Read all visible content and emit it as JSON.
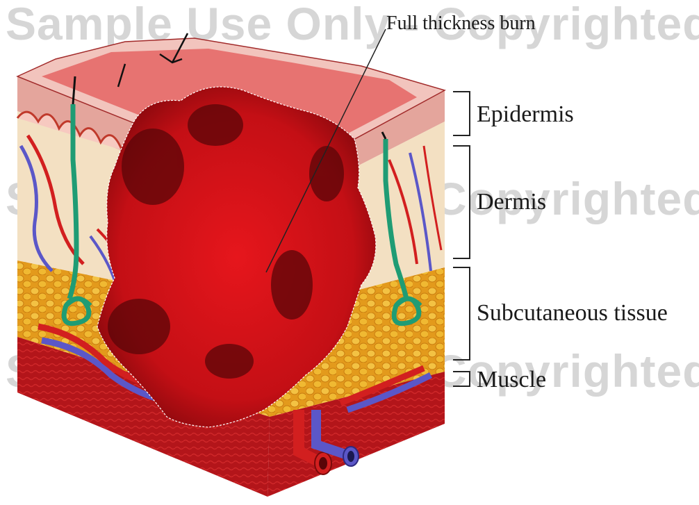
{
  "watermark": "Sample Use Only - Copyrighted",
  "labels": {
    "burn": "Full thickness burn",
    "epidermis": "Epidermis",
    "dermis": "Dermis",
    "subcutaneous": "Subcutaneous tissue",
    "muscle": "Muscle"
  },
  "colors": {
    "burn": "#d8121a",
    "burn_dark": "#5a0508",
    "epidermis": "#e7a9a0",
    "dermis": "#f1dcc0",
    "fat": "#e8a524",
    "muscle": "#b8161b",
    "artery": "#d21f1f",
    "vein": "#5b57c8",
    "hair_follicle": "#1f9c74"
  }
}
